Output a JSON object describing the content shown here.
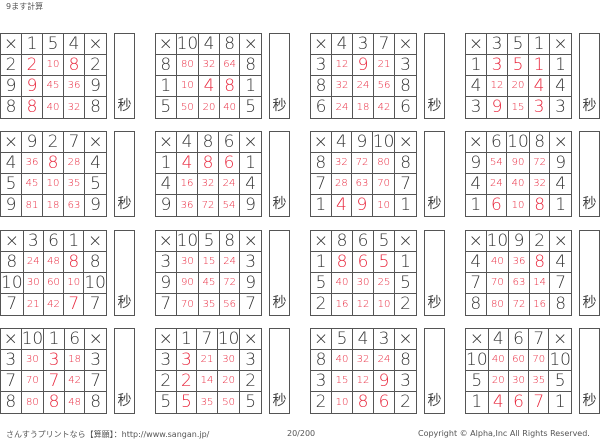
{
  "title": "9ます計算",
  "times_symbol": "×",
  "seconds_label": "秒",
  "grids": [
    {
      "top": [
        "1",
        "5",
        "4"
      ],
      "left": [
        "2",
        "9",
        "8"
      ],
      "answers": [
        [
          "2",
          "10",
          "8"
        ],
        [
          "9",
          "45",
          "36"
        ],
        [
          "8",
          "40",
          "32"
        ]
      ]
    },
    {
      "top": [
        "10",
        "4",
        "8"
      ],
      "left": [
        "8",
        "1",
        "5"
      ],
      "answers": [
        [
          "80",
          "32",
          "64"
        ],
        [
          "10",
          "4",
          "8"
        ],
        [
          "50",
          "20",
          "40"
        ]
      ]
    },
    {
      "top": [
        "4",
        "3",
        "7"
      ],
      "left": [
        "3",
        "8",
        "6"
      ],
      "answers": [
        [
          "12",
          "9",
          "21"
        ],
        [
          "32",
          "24",
          "56"
        ],
        [
          "24",
          "18",
          "42"
        ]
      ]
    },
    {
      "top": [
        "3",
        "5",
        "1"
      ],
      "left": [
        "1",
        "4",
        "3"
      ],
      "answers": [
        [
          "3",
          "5",
          "1"
        ],
        [
          "12",
          "20",
          "4"
        ],
        [
          "9",
          "15",
          "3"
        ]
      ]
    },
    {
      "top": [
        "9",
        "2",
        "7"
      ],
      "left": [
        "4",
        "5",
        "9"
      ],
      "answers": [
        [
          "36",
          "8",
          "28"
        ],
        [
          "45",
          "10",
          "35"
        ],
        [
          "81",
          "18",
          "63"
        ]
      ]
    },
    {
      "top": [
        "4",
        "8",
        "6"
      ],
      "left": [
        "1",
        "4",
        "9"
      ],
      "answers": [
        [
          "4",
          "8",
          "6"
        ],
        [
          "16",
          "32",
          "24"
        ],
        [
          "36",
          "72",
          "54"
        ]
      ]
    },
    {
      "top": [
        "4",
        "9",
        "10"
      ],
      "left": [
        "8",
        "7",
        "1"
      ],
      "answers": [
        [
          "32",
          "72",
          "80"
        ],
        [
          "28",
          "63",
          "70"
        ],
        [
          "4",
          "9",
          "10"
        ]
      ]
    },
    {
      "top": [
        "6",
        "10",
        "8"
      ],
      "left": [
        "9",
        "4",
        "1"
      ],
      "answers": [
        [
          "54",
          "90",
          "72"
        ],
        [
          "24",
          "40",
          "32"
        ],
        [
          "6",
          "10",
          "8"
        ]
      ]
    },
    {
      "top": [
        "3",
        "6",
        "1"
      ],
      "left": [
        "8",
        "10",
        "7"
      ],
      "answers": [
        [
          "24",
          "48",
          "8"
        ],
        [
          "30",
          "60",
          "10"
        ],
        [
          "21",
          "42",
          "7"
        ]
      ]
    },
    {
      "top": [
        "10",
        "5",
        "8"
      ],
      "left": [
        "3",
        "9",
        "7"
      ],
      "answers": [
        [
          "30",
          "15",
          "24"
        ],
        [
          "90",
          "45",
          "72"
        ],
        [
          "70",
          "35",
          "56"
        ]
      ]
    },
    {
      "top": [
        "8",
        "6",
        "5"
      ],
      "left": [
        "1",
        "5",
        "2"
      ],
      "answers": [
        [
          "8",
          "6",
          "5"
        ],
        [
          "40",
          "30",
          "25"
        ],
        [
          "16",
          "12",
          "10"
        ]
      ]
    },
    {
      "top": [
        "10",
        "9",
        "2"
      ],
      "left": [
        "4",
        "7",
        "8"
      ],
      "answers": [
        [
          "40",
          "36",
          "8"
        ],
        [
          "70",
          "63",
          "14"
        ],
        [
          "80",
          "72",
          "16"
        ]
      ]
    },
    {
      "top": [
        "10",
        "1",
        "6"
      ],
      "left": [
        "3",
        "7",
        "8"
      ],
      "answers": [
        [
          "30",
          "3",
          "18"
        ],
        [
          "70",
          "7",
          "42"
        ],
        [
          "80",
          "8",
          "48"
        ]
      ]
    },
    {
      "top": [
        "1",
        "7",
        "10"
      ],
      "left": [
        "3",
        "2",
        "5"
      ],
      "answers": [
        [
          "3",
          "21",
          "30"
        ],
        [
          "2",
          "14",
          "20"
        ],
        [
          "5",
          "35",
          "50"
        ]
      ]
    },
    {
      "top": [
        "5",
        "4",
        "3"
      ],
      "left": [
        "8",
        "3",
        "2"
      ],
      "answers": [
        [
          "40",
          "32",
          "24"
        ],
        [
          "15",
          "12",
          "9"
        ],
        [
          "10",
          "8",
          "6"
        ]
      ]
    },
    {
      "top": [
        "4",
        "6",
        "7"
      ],
      "left": [
        "10",
        "5",
        "1"
      ],
      "answers": [
        [
          "40",
          "60",
          "70"
        ],
        [
          "20",
          "30",
          "35"
        ],
        [
          "4",
          "6",
          "7"
        ]
      ]
    }
  ],
  "footer": {
    "site": "さんすうプリントなら【算願】：http://www.sangan.jp/",
    "page": "20/200",
    "copyright": "Copyright © Alpha,Inc All Rights Reserved."
  },
  "colors": {
    "answer": "#e8263c",
    "line": "#555555"
  }
}
